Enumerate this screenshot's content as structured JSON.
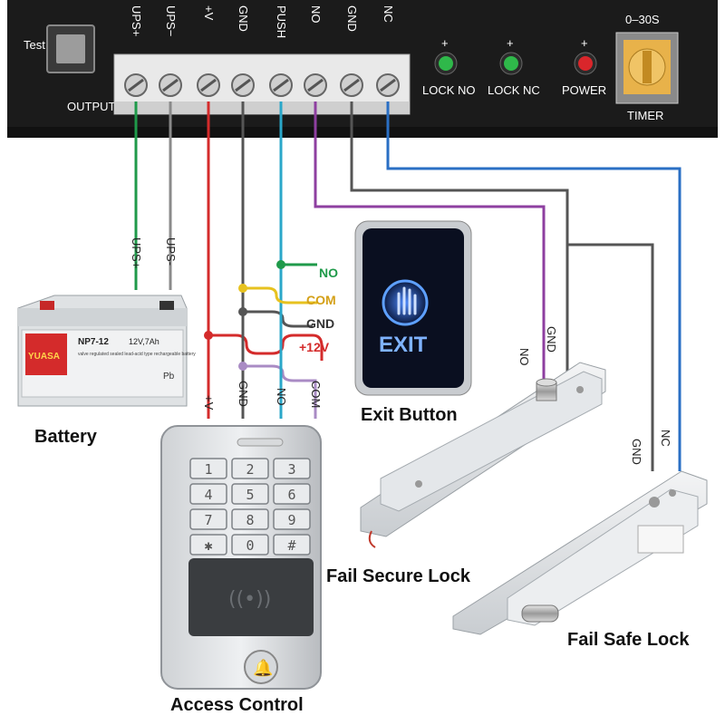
{
  "controller": {
    "test_label": "Test",
    "output_label": "OUTPUT",
    "terminals": [
      "UPS+",
      "UPS−",
      "+V",
      "GND",
      "PUSH",
      "NO",
      "GND",
      "NC"
    ],
    "leds": [
      {
        "label": "LOCK NO",
        "color": "#2fb84a",
        "plus": "+"
      },
      {
        "label": "LOCK NC",
        "color": "#2fb84a",
        "plus": "+"
      },
      {
        "label": "POWER",
        "color": "#d9262b",
        "plus": "+"
      }
    ],
    "timer_range": "0–30S",
    "timer_label": "TIMER"
  },
  "wires": {
    "ups_plus": "UPS+",
    "ups_minus": "UPS-",
    "v_plus": "+V",
    "gnd": "GND",
    "no": "NO",
    "com": "COM"
  },
  "exit_wires": {
    "no": "NO",
    "com": "COM",
    "gnd": "GND",
    "v12": "+12V"
  },
  "lock_wires": {
    "secure_no": "NO",
    "secure_gnd": "GND",
    "safe_gnd": "GND",
    "safe_nc": "NC"
  },
  "battery": {
    "model": "NP7-12",
    "rating": "12V,7Ah",
    "brand": "YUASA",
    "fine_print": "valve regulated sealed lead-acid type rechargeable battery",
    "pb": "Pb"
  },
  "exit_button": {
    "text": "EXIT"
  },
  "keypad": {
    "keys": [
      "1",
      "2",
      "3",
      "4",
      "5",
      "6",
      "7",
      "8",
      "9",
      "✱",
      "0",
      "#"
    ]
  },
  "captions": {
    "battery": "Battery",
    "exit_button": "Exit Button",
    "fail_secure": "Fail Secure Lock",
    "fail_safe": "Fail Safe Lock",
    "access_control": "Access Control"
  },
  "colors": {
    "green": "#1f9a4a",
    "gray": "#8a8a8a",
    "red": "#d42b2b",
    "dark": "#555555",
    "cyan": "#2aa7c9",
    "purple": "#8e3fa0",
    "blue": "#2a6fc4",
    "yellow": "#e7c21f"
  }
}
